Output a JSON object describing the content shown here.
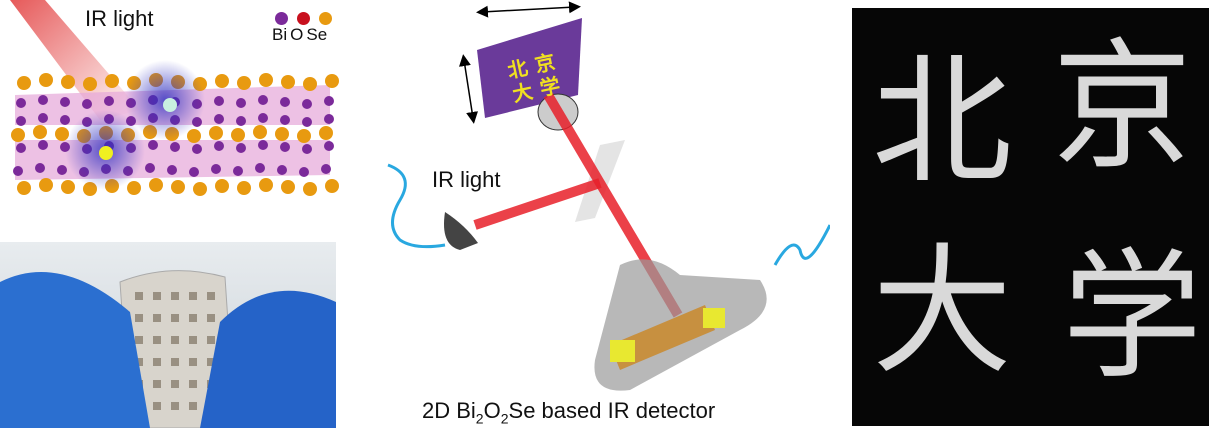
{
  "panel_crystal": {
    "ir_label": "IR light",
    "legend": [
      {
        "label": "Bi",
        "color": "#7b2a9a"
      },
      {
        "label": "O",
        "color": "#c8101e"
      },
      {
        "label": "Se",
        "color": "#e89a10"
      }
    ]
  },
  "panel_setup": {
    "ir_label": "IR light",
    "caption_parts": [
      "2D Bi",
      "2",
      "O",
      "2",
      "Se based IR detector"
    ],
    "target_characters": [
      "北",
      "京",
      "大",
      "学"
    ],
    "target_color": "#6a3a9a",
    "beam_color": "#e8202a"
  },
  "panel_result": {
    "characters": [
      "北",
      "京",
      "大",
      "学"
    ]
  },
  "colors": {
    "wire": "#29a8e0",
    "glove": "#2563c8"
  }
}
